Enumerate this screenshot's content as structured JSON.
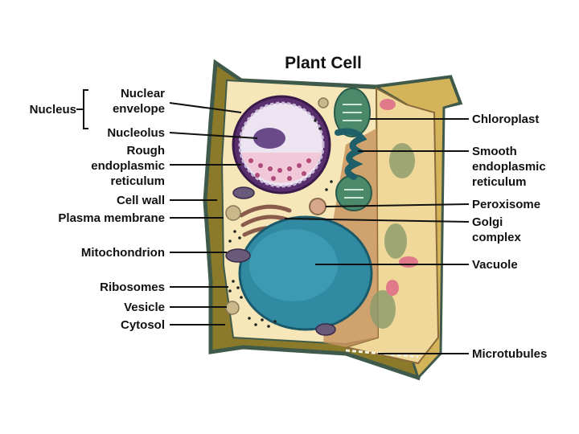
{
  "title": "Plant Cell",
  "labels": {
    "nucleus": "Nucleus",
    "nuclear_envelope_1": "Nuclear",
    "nuclear_envelope_2": "envelope",
    "nucleolus": "Nucleolus",
    "rough_er_1": "Rough",
    "rough_er_2": "endoplasmic",
    "rough_er_3": "reticulum",
    "cell_wall": "Cell wall",
    "plasma_membrane": "Plasma membrane",
    "mitochondrion": "Mitochondrion",
    "ribosomes": "Ribosomes",
    "vesicle": "Vesicle",
    "cytosol": "Cytosol",
    "chloroplast": "Chloroplast",
    "smooth_er_1": "Smooth",
    "smooth_er_2": "endoplasmic",
    "smooth_er_3": "reticulum",
    "peroxisome": "Peroxisome",
    "golgi_1": "Golgi",
    "golgi_2": "complex",
    "vacuole": "Vacuole",
    "microtubules": "Microtubules"
  },
  "colors": {
    "cell_wall": "#8a7a2a",
    "cell_wall_edge": "#3f5a4a",
    "cytoplasm": "#f6e6b8",
    "cytoplasm_side": "#f0d89a",
    "side_face": "#c9955f",
    "nucleus": "#5a2f6e",
    "nucleolus": "#6a4a8a",
    "vacuole": "#2f8aa2",
    "chloroplast": "#4a8a6a",
    "smooth_er": "#1f5f6a",
    "golgi": "#8a5a4a",
    "label_text": "#111111"
  }
}
